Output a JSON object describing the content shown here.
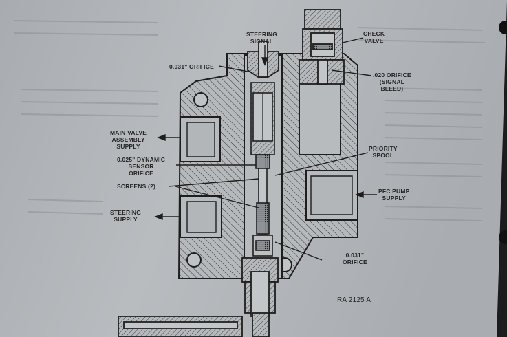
{
  "diagram": {
    "labels": {
      "steering_signal": [
        "STEERING",
        "SIGNAL"
      ],
      "check_valve": [
        "CHECK",
        "VALVE"
      ],
      "orifice_031_top": "0.031\" ORIFICE",
      "orifice_020": [
        ".020 ORIFICE",
        "(SIGNAL",
        "BLEED)"
      ],
      "main_valve_supply": [
        "MAIN VALVE",
        "ASSEMBLY",
        "SUPPLY"
      ],
      "priority_spool": [
        "PRIORITY",
        "SPOOL"
      ],
      "dynamic_sensor_orifice": [
        "0.025\" DYNAMIC",
        "SENSOR",
        "ORIFICE"
      ],
      "screens": "SCREENS (2)",
      "pfc_pump_supply": [
        "PFC PUMP",
        "SUPPLY"
      ],
      "steering_supply": [
        "STEERING",
        "SUPPLY"
      ],
      "orifice_031_bottom": [
        "0.031\"",
        "ORIFICE"
      ],
      "figure_ref": "RA 2125 A"
    }
  }
}
